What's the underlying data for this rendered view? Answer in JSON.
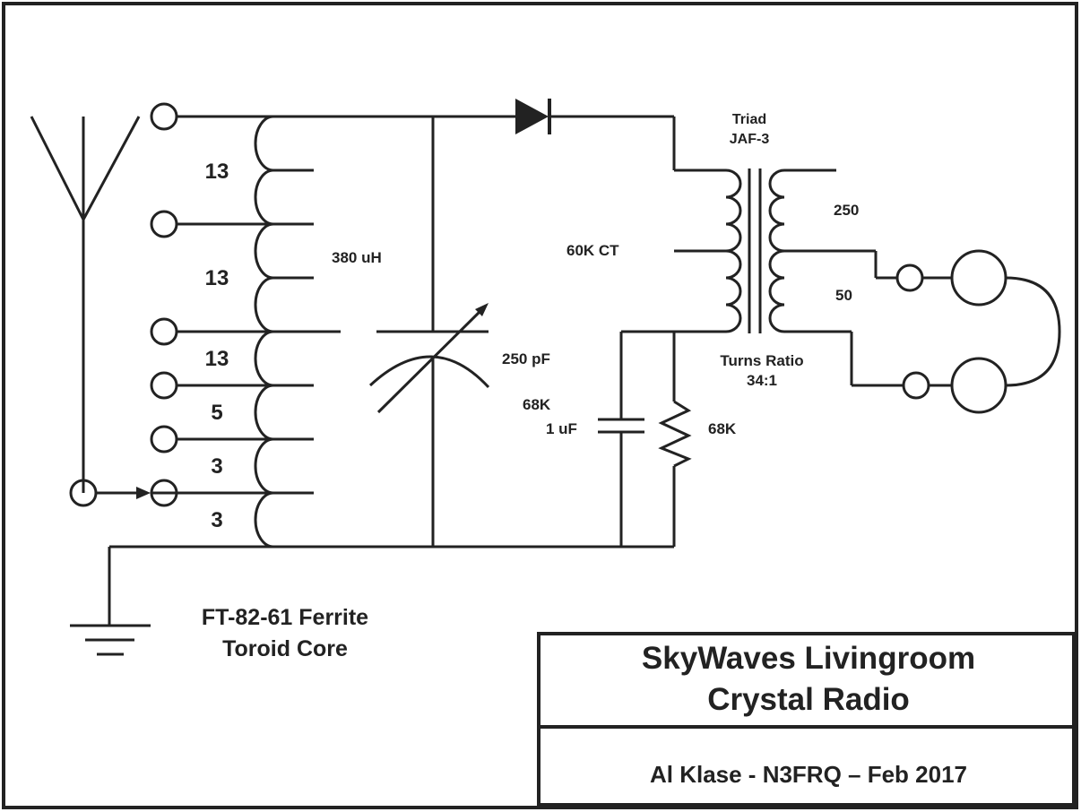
{
  "title_block": {
    "title_line1": "SkyWaves Livingroom",
    "title_line2": "Crystal Radio",
    "author": "Al Klase - N3FRQ – Feb 2017"
  },
  "coil": {
    "inductance": "380 uH",
    "tap_turns": [
      "13",
      "13",
      "13",
      "5",
      "3",
      "3"
    ],
    "core_line1": "FT-82-61 Ferrite",
    "core_line2": "Toroid Core"
  },
  "capacitor": {
    "value": "250 pF"
  },
  "transformer": {
    "name_line1": "Triad",
    "name_line2": "JAF-3",
    "primary": "60K CT",
    "secondary_top": "250",
    "secondary_bottom": "50",
    "ratio_line1": "Turns Ratio",
    "ratio_line2": "34:1"
  },
  "filter": {
    "cap_label_line1": "68K",
    "cap_label_line2": "1 uF",
    "resistor": "68K"
  },
  "icons": [
    "antenna-icon",
    "ground-icon",
    "diode-icon",
    "variable-capacitor-icon",
    "capacitor-icon",
    "resistor-icon",
    "headphones-icon"
  ]
}
